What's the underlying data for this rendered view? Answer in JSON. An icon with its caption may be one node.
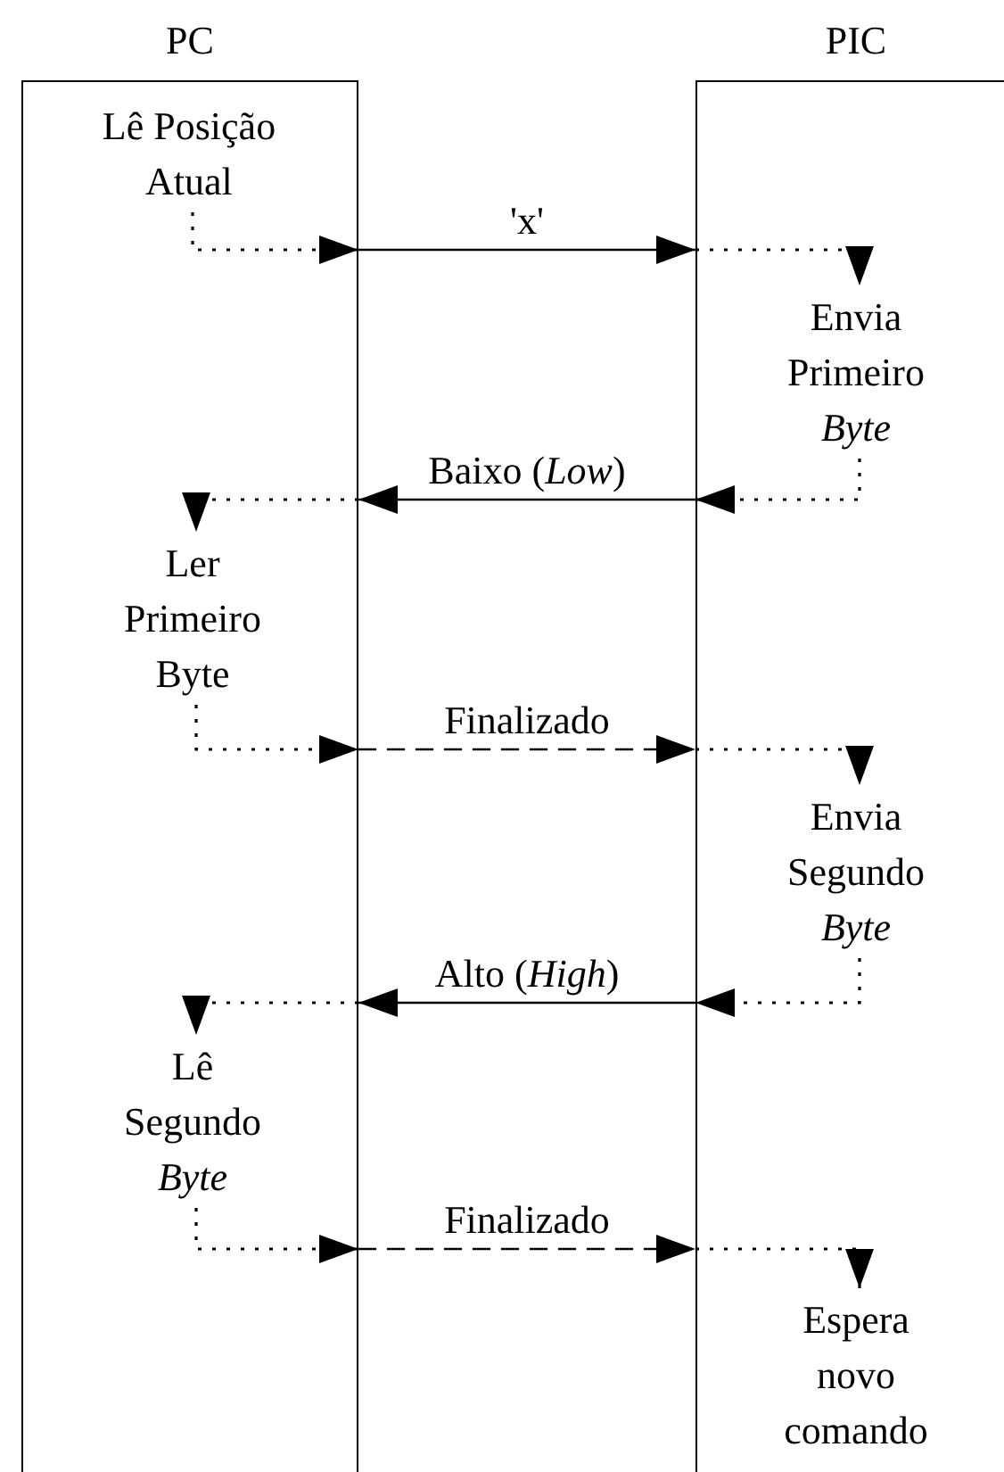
{
  "diagram": {
    "nodes": [
      {
        "text": [
          "PC"
        ]
      },
      {
        "text": [
          "PIC"
        ]
      },
      {
        "text": [
          "Lê Posição Atual"
        ],
        "in": 0
      },
      {
        "text": [
          "Envia Primeiro *Byte*"
        ],
        "in": 1
      },
      {
        "text": [
          "Ler Primeiro Byte"
        ],
        "in": 0
      },
      {
        "text": [
          "Envia Segundo *Byte*"
        ],
        "in": 1
      },
      {
        "text": [
          "Lê Segundo *Byte*"
        ],
        "in": 0
      },
      {
        "text": [
          "Espera novo comando"
        ],
        "in": 1
      }
    ],
    "edges": [
      {
        "from": 2,
        "to": 0,
        "arrow": "to",
        "style": "dashed"
      },
      {
        "from": 0,
        "to": 1,
        "arrow": "to",
        "label": "'x'"
      },
      {
        "from": 1,
        "to": 3,
        "arrow": "to",
        "style": "dashed"
      },
      {
        "from": 3,
        "to": 1,
        "arrow": "to",
        "style": "dashed"
      },
      {
        "from": 1,
        "to": 0,
        "arrow": "to",
        "label": "Baixo (*Low*)"
      },
      {
        "from": 0,
        "to": 4,
        "arrow": "to",
        "style": "dashed"
      },
      {
        "from": 4,
        "to": 0,
        "arrow": "to",
        "style": "dashed"
      },
      {
        "from": 0,
        "to": 1,
        "arrow": "to",
        "label": "Finalizado",
        "style": "dashed"
      },
      {
        "from": 1,
        "to": 5,
        "arrow": "to",
        "style": "dashed"
      },
      {
        "from": 5,
        "to": 1,
        "arrow": "to",
        "style": "dashed"
      },
      {
        "from": 1,
        "to": 0,
        "arrow": "to",
        "label": "Alto (*High*)"
      },
      {
        "from": 0,
        "to": 6,
        "arrow": "to",
        "style": "dashed"
      },
      {
        "from": 6,
        "to": 0,
        "arrow": "to",
        "style": "dashed"
      },
      {
        "from": 0,
        "to": 1,
        "arrow": "to",
        "label": "Finalizado",
        "style": "dashed"
      },
      {
        "from": 1,
        "to": 7,
        "arrow": "to",
        "style": "dashed"
      }
    ]
  }
}
